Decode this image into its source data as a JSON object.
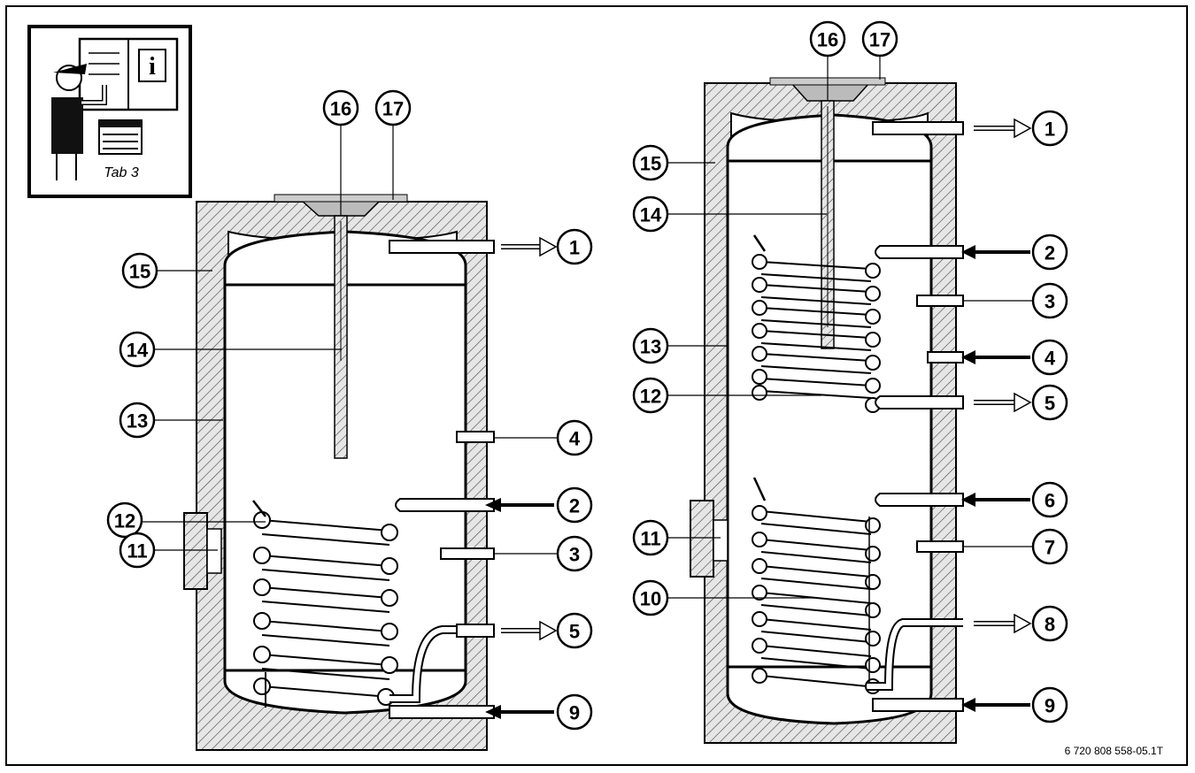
{
  "figure_code": "6 720 808 558-05.1T",
  "manual_icon": {
    "info_glyph": "i",
    "tab_label": "Tab 3"
  },
  "left_tank": {
    "labels": {
      "n1": "1",
      "n2": "2",
      "n3": "3",
      "n4": "4",
      "n5": "5",
      "n9": "9",
      "n11": "11",
      "n12": "12",
      "n13": "13",
      "n14": "14",
      "n15": "15",
      "n16": "16",
      "n17": "17"
    }
  },
  "right_tank": {
    "labels": {
      "n1": "1",
      "n2": "2",
      "n3": "3",
      "n4": "4",
      "n5": "5",
      "n6": "6",
      "n7": "7",
      "n8": "8",
      "n9": "9",
      "n10": "10",
      "n11": "11",
      "n12": "12",
      "n13": "13",
      "n14": "14",
      "n15": "15",
      "n16": "16",
      "n17": "17"
    }
  }
}
